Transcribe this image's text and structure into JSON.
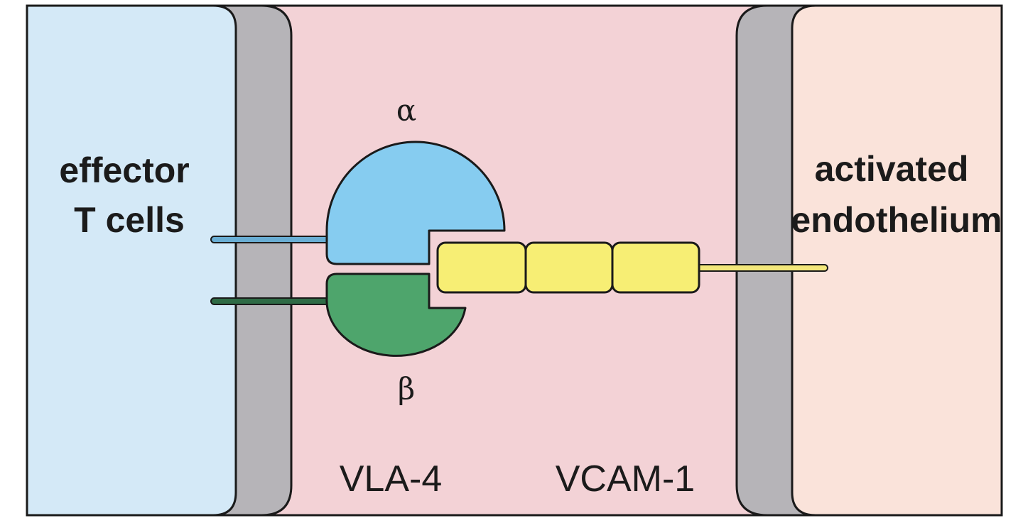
{
  "regions": {
    "left_cell": {
      "label_lines": [
        "effector",
        "T cells"
      ],
      "color": "#d4e9f7"
    },
    "right_cell": {
      "label_lines": [
        "activated",
        "endothelium"
      ],
      "color": "#fae3da"
    },
    "gap_color": "#f3d2d6",
    "membrane_color": "#b6b4b8"
  },
  "molecules": {
    "integrin": {
      "name": "VLA-4",
      "alpha": {
        "symbol": "α",
        "color": "#86ccf0",
        "tail_color": "#6aaed4"
      },
      "beta": {
        "symbol": "β",
        "color": "#4ea56c",
        "tail_color": "#2f6b46"
      }
    },
    "ligand": {
      "name": "VCAM-1",
      "color": "#f7ee74",
      "tail_color": "#f3e77a",
      "domain_count": 3
    }
  }
}
